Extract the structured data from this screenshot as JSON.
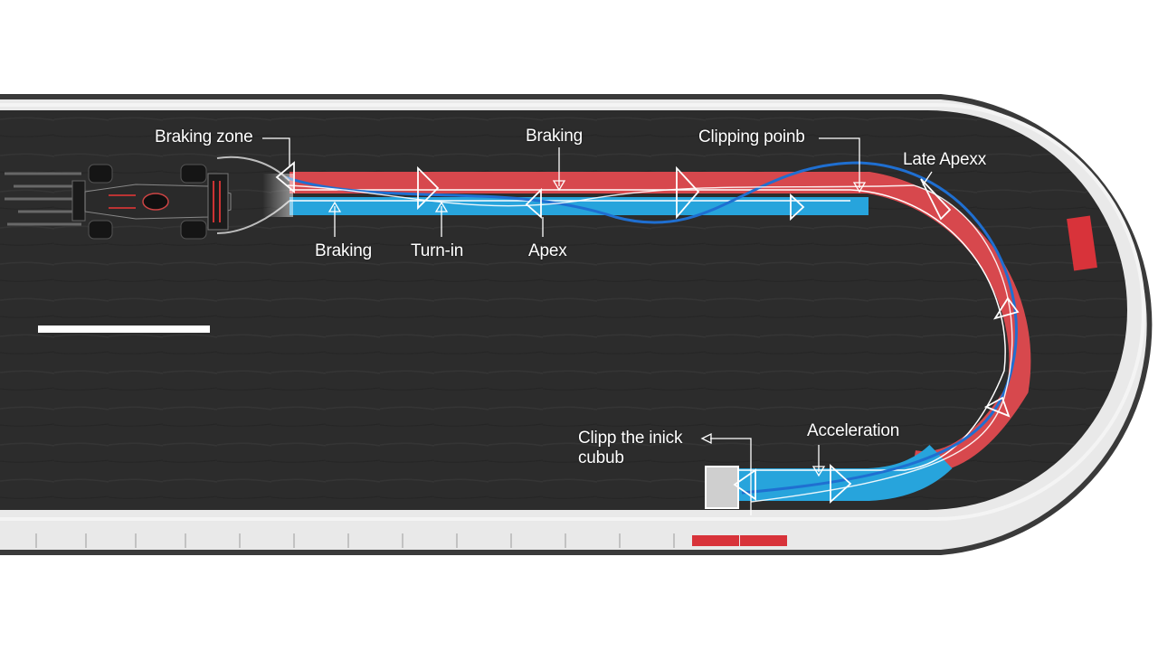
{
  "labels": {
    "braking_zone": "Braking zone",
    "braking_top": "Braking",
    "clipping_point": "Clipping poinb",
    "late_apex": "Late Apexx",
    "braking_bottom": "Braking",
    "turn_in": "Turn-in",
    "apex": "Apex",
    "clip_curb_line1": "Clipp the inick",
    "clip_curb_line2": "cubub",
    "acceleration": "Acceleration"
  },
  "colors": {
    "track": "#2b2b2b",
    "line_red": "#e04a4f",
    "line_blue": "#27a4dc",
    "racing_line": "#1f6fd1",
    "curb_red": "#d8333a",
    "curb_white": "#eeeeee",
    "edge_white": "#f4f4f4"
  },
  "icons": {
    "car": "formula-car-icon",
    "direction_arrows": "triangle-arrow-icon"
  }
}
